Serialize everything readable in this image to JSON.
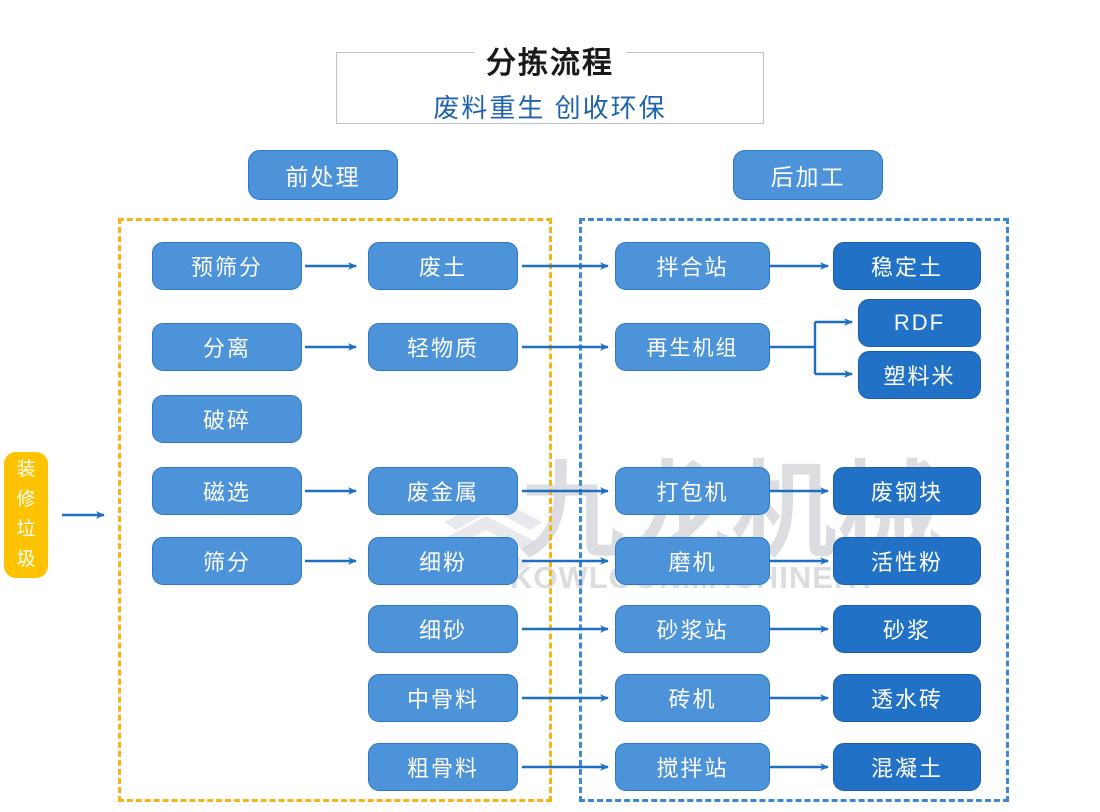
{
  "header": {
    "title": "分拣流程",
    "subtitle": "废料重生 创收环保"
  },
  "sections": {
    "pre_label": "前处理",
    "post_label": "后加工"
  },
  "input": {
    "label": "装修垃圾"
  },
  "watermark": {
    "cn": "九龙机械",
    "en": "KOWLOONMACHINERY"
  },
  "colors": {
    "light_blue": "#4d93d9",
    "dark_blue": "#2171c7",
    "orange": "#fdc300",
    "orange_dash": "#f5b418",
    "blue_dash": "#3d87d4",
    "arrow": "#1f6fc0",
    "title_text": "#1a1a1a",
    "subtitle_text": "#1f63ad"
  },
  "nodes": {
    "pre_process": [
      {
        "id": "n1",
        "label": "预筛分"
      },
      {
        "id": "n2",
        "label": "分离"
      },
      {
        "id": "n3",
        "label": "破碎"
      },
      {
        "id": "n4",
        "label": "磁选"
      },
      {
        "id": "n5",
        "label": "筛分"
      }
    ],
    "materials": [
      {
        "id": "m1",
        "label": "废土"
      },
      {
        "id": "m2",
        "label": "轻物质"
      },
      {
        "id": "m3",
        "label": "废金属"
      },
      {
        "id": "m4",
        "label": "细粉"
      },
      {
        "id": "m5",
        "label": "细砂"
      },
      {
        "id": "m6",
        "label": "中骨料"
      },
      {
        "id": "m7",
        "label": "粗骨料"
      }
    ],
    "equipment": [
      {
        "id": "e1",
        "label": "拌合站"
      },
      {
        "id": "e2",
        "label": "再生机组"
      },
      {
        "id": "e3",
        "label": "打包机"
      },
      {
        "id": "e4",
        "label": "磨机"
      },
      {
        "id": "e5",
        "label": "砂浆站"
      },
      {
        "id": "e6",
        "label": "砖机"
      },
      {
        "id": "e7",
        "label": "搅拌站"
      }
    ],
    "products": [
      {
        "id": "p1",
        "label": "稳定土"
      },
      {
        "id": "p2",
        "label": "RDF"
      },
      {
        "id": "p3",
        "label": "塑料米"
      },
      {
        "id": "p4",
        "label": "废钢块"
      },
      {
        "id": "p5",
        "label": "活性粉"
      },
      {
        "id": "p6",
        "label": "砂浆"
      },
      {
        "id": "p7",
        "label": "透水砖"
      },
      {
        "id": "p8",
        "label": "混凝土"
      }
    ]
  }
}
